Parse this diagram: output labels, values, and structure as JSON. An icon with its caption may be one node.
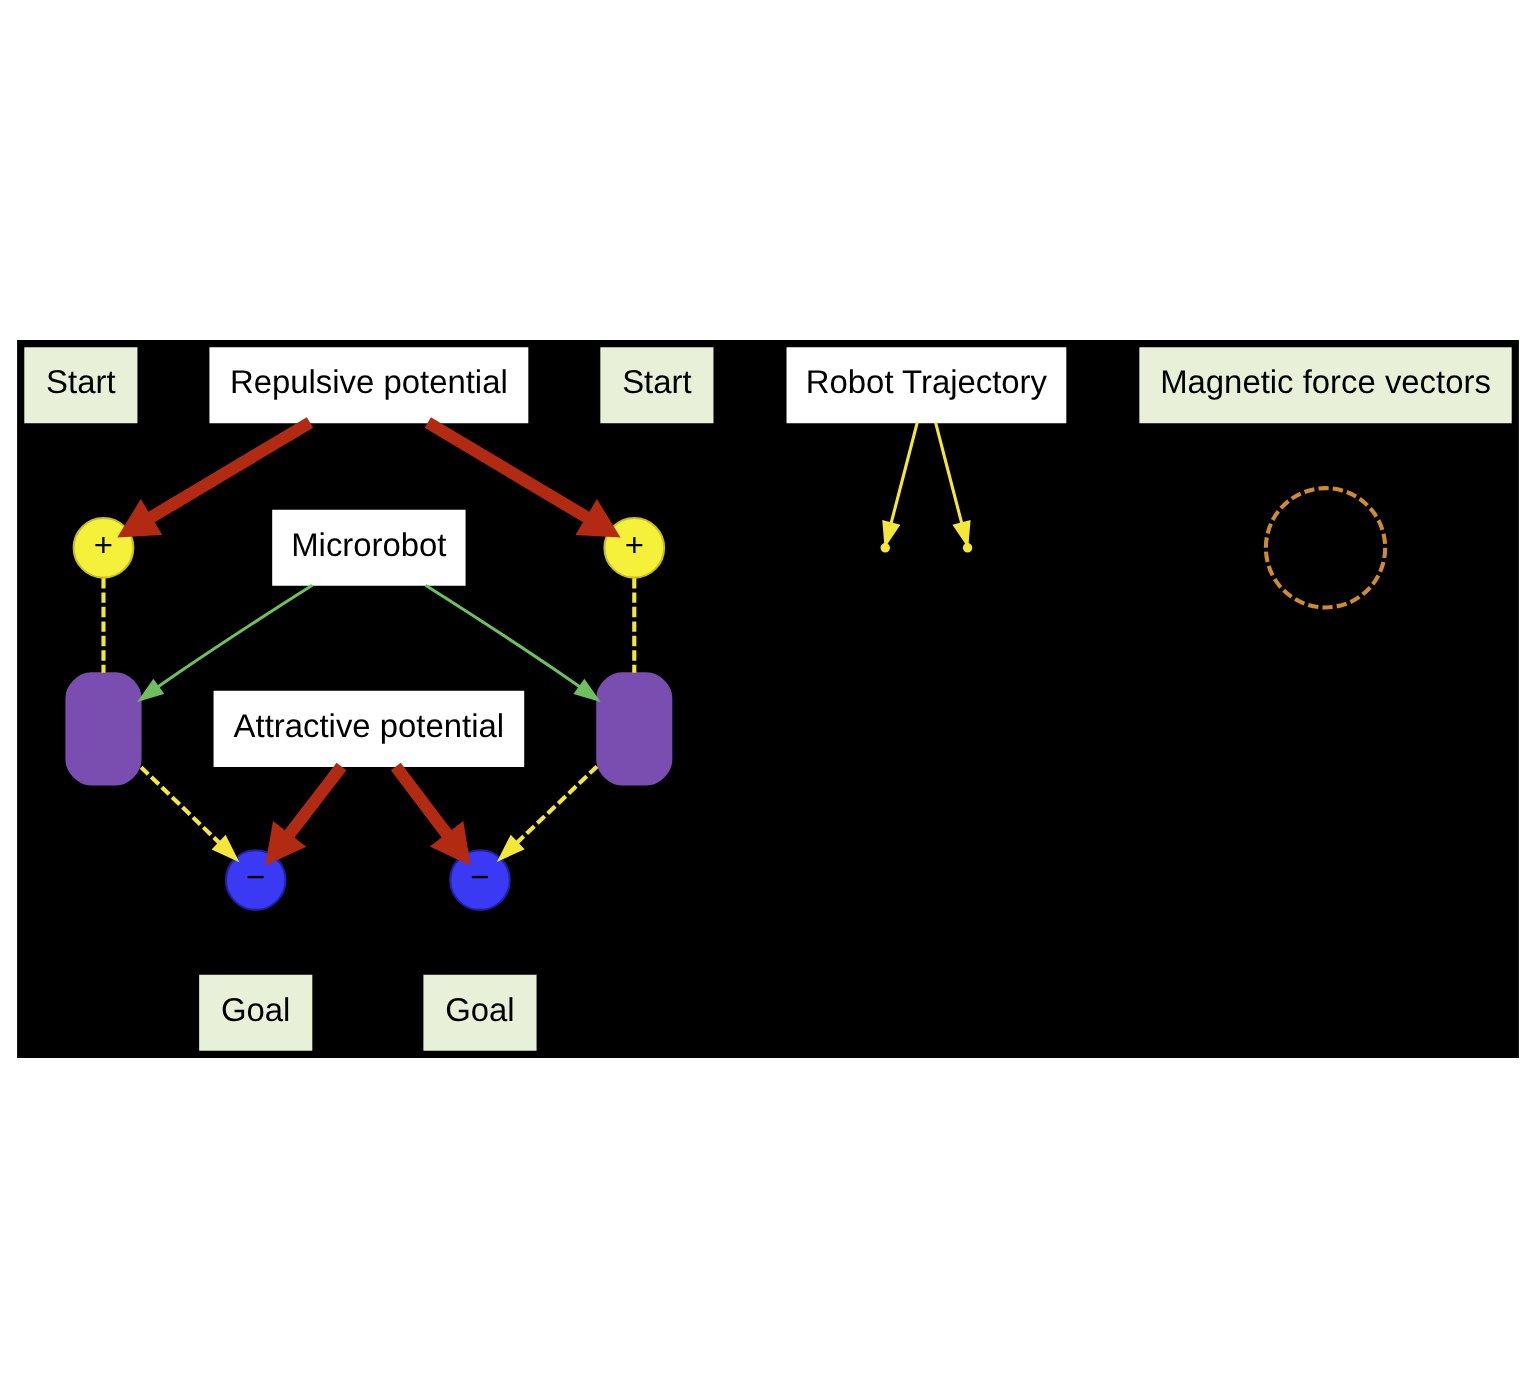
{
  "diagram": {
    "nodes": [
      {
        "text": [
          "Start"
        ]
      },
      {
        "text": [
          "+"
        ]
      },
      {
        "text": [
          "Repulsive potential"
        ]
      },
      {
        "text": [
          "Start"
        ]
      },
      {
        "text": [
          "+"
        ]
      },
      {
        "text": [
          "Microrobot"
        ]
      },
      {
        "text": [],
        "shape": "box"
      },
      {
        "text": [],
        "shape": "box"
      },
      {
        "text": [
          "Robot Trajectory"
        ]
      },
      {
        "text": [
          "Attractive potential"
        ]
      },
      {
        "text": [
          "−"
        ]
      },
      {
        "text": [
          "Goal"
        ]
      },
      {
        "text": [
          "−"
        ]
      },
      {
        "text": [
          "Goal"
        ]
      },
      {
        "text": [
          "Magnetic force vectors"
        ]
      },
      {
        "text": [],
        "shape": "circle"
      }
    ],
    "edges": [
      {
        "from": 2,
        "to": 1,
        "arrow": "to",
        "style": "thick",
        "color": "#b22a12"
      },
      {
        "from": 2,
        "to": 4,
        "arrow": "to",
        "style": "thick",
        "color": "#b22a12"
      },
      {
        "from": 5,
        "to": 6,
        "arrow": "to",
        "color": "#6fbf5f"
      },
      {
        "from": 5,
        "to": 7,
        "arrow": "to",
        "color": "#6fbf5f"
      },
      {
        "from": 8,
        "to": null,
        "arrow": "to",
        "color": "#f5e73a"
      },
      {
        "from": 8,
        "to": null,
        "arrow": "to",
        "color": "#f5e73a"
      },
      {
        "from": 9,
        "to": 12,
        "arrow": "to",
        "style": "thick",
        "color": "#b22a12"
      },
      {
        "from": 9,
        "to": 10,
        "arrow": "to",
        "style": "thick",
        "color": "#b22a12"
      },
      {
        "from": 1,
        "to": 6,
        "arrow": "none",
        "style": "dashed",
        "color": "#f5e73a"
      },
      {
        "from": 6,
        "to": 12,
        "arrow": "to",
        "style": "dashed",
        "color": "#f5e73a"
      },
      {
        "from": 4,
        "to": 7,
        "arrow": "none",
        "style": "dashed",
        "color": "#f5e73a"
      },
      {
        "from": 7,
        "to": 10,
        "arrow": "to",
        "style": "dashed",
        "color": "#f5e73a"
      }
    ]
  }
}
